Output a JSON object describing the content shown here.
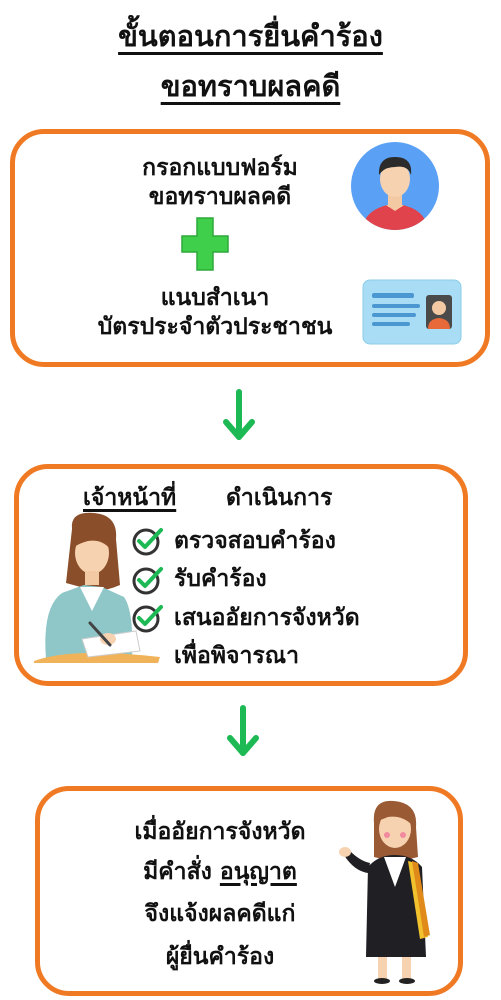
{
  "title": {
    "line1": "ขั้นตอนการยื่นคำร้อง",
    "line2": "ขอทราบผลคดี"
  },
  "step1": {
    "form_line1": "กรอกแบบฟอร์ม",
    "form_line2": "ขอทราบผลคดี",
    "attach_line1": "แนบสำเนา",
    "attach_line2": "บัตรประจำตัวประชาชน"
  },
  "step2": {
    "officer": "เจ้าหน้าที่",
    "action": "ดำเนินการ",
    "items": [
      "ตรวจสอบคำร้อง",
      "รับคำร้อง",
      "เสนออัยการจังหวัด"
    ],
    "item3_cont": "เพื่อพิจารณา"
  },
  "step3": {
    "line1": "เมื่ออัยการจังหวัด",
    "line2_pre": "มีคำสั่ง",
    "line2_emph": "อนุญาต",
    "line3": "จึงแจ้งผลคดีแก่",
    "line4": "ผู้ยื่นคำร้อง"
  },
  "colors": {
    "border": "#f07a23",
    "arrow": "#1db954",
    "plus": "#3fcf4a"
  }
}
